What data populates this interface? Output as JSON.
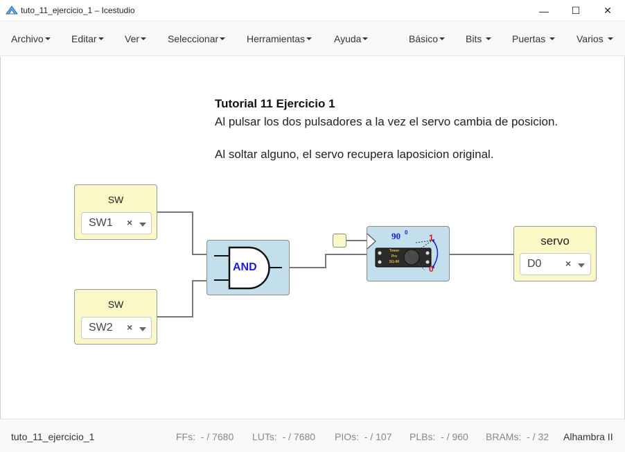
{
  "window": {
    "title": "tuto_11_ejercicio_1 – Icestudio",
    "minimize_glyph": "—",
    "maximize_glyph": "☐",
    "close_glyph": "✕",
    "icon": "icestudio-logo-icon"
  },
  "menu": {
    "left": [
      {
        "label": "Archivo"
      },
      {
        "label": "Editar"
      },
      {
        "label": "Ver"
      },
      {
        "label": "Seleccionar"
      },
      {
        "label": "Herramientas"
      },
      {
        "label": "Ayuda"
      }
    ],
    "right": [
      {
        "label": "Básico"
      },
      {
        "label": "Bits"
      },
      {
        "label": "Puertas"
      },
      {
        "label": "Varios"
      }
    ]
  },
  "info": {
    "title": "Tutorial 11 Ejercicio 1",
    "line1": "Al pulsar los dos pulsadores a la vez el servo cambia de posicion.",
    "line2": "Al soltar alguno, el servo recupera laposicion original."
  },
  "blocks": {
    "input1": {
      "label": "SW",
      "value": "SW1",
      "clear": "×"
    },
    "input2": {
      "label": "SW",
      "value": "SW2",
      "clear": "×"
    },
    "and_gate": {
      "label": "AND"
    },
    "servo_block": {
      "angle": "90",
      "degree": "0",
      "pos_high": "1",
      "pos_low": "0",
      "chip_line1": "Tower",
      "chip_line2": "Pro",
      "chip_line3": "SG-90"
    },
    "output": {
      "label": "servo",
      "value": "D0",
      "clear": "×"
    }
  },
  "status": {
    "file": "tuto_11_ejercicio_1",
    "ffs_label": "FFs:",
    "ffs_value": "- / 7680",
    "luts_label": "LUTs:",
    "luts_value": "- / 7680",
    "pios_label": "PIOs:",
    "pios_value": "- / 107",
    "plbs_label": "PLBs:",
    "plbs_value": "- / 960",
    "brams_label": "BRAMs:",
    "brams_value": "- / 32",
    "board": "Alhambra II"
  },
  "colors": {
    "io_block": "#fbf8c8",
    "logic_block": "#c3dfec",
    "and_text": "#1a1adf",
    "angle_text": "#1a1adf",
    "pos_text": "#e01010"
  }
}
